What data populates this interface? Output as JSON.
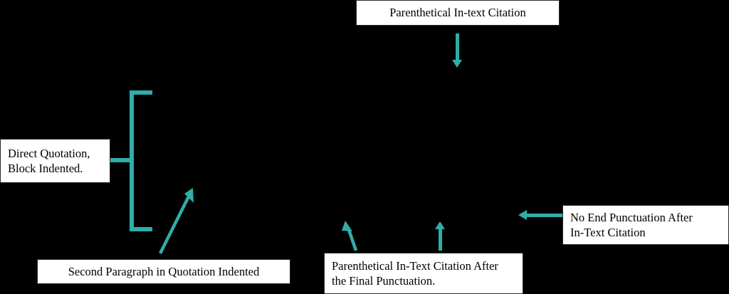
{
  "diagram": {
    "title": "In-text Citation Annotation Diagram",
    "background_color": "#000000",
    "accent_color": "#31ADA8",
    "box_fill_color": "#ffffff",
    "box_text_color": "#000000",
    "callouts": [
      {
        "id": "top",
        "text": "Parenthetical In-text Citation",
        "align": "center"
      },
      {
        "id": "left",
        "line1": "Direct Quotation,",
        "line2": "Block Indented.",
        "text": "Direct Quotation,\nBlock Indented.",
        "align": "left"
      },
      {
        "id": "bottom-left",
        "text": "Second Paragraph in Quotation Indented",
        "align": "center"
      },
      {
        "id": "bottom-middle",
        "line1": "Parenthetical In-Text Citation After",
        "line2": "the Final Punctuation.",
        "text": "Parenthetical In-Text Citation After\nthe Final Punctuation.",
        "align": "left"
      },
      {
        "id": "right",
        "line1": "No End Punctuation After",
        "line2": "In-Text Citation",
        "text": "No End Punctuation After\nIn-Text Citation",
        "align": "left"
      }
    ],
    "connectors": [
      {
        "id": "arrow-down-from-top-callout",
        "kind": "arrow",
        "direction": "down"
      },
      {
        "id": "bracket-block-quotation",
        "kind": "bracket",
        "direction": "right"
      },
      {
        "id": "arrow-diagonal-second-paragraph",
        "kind": "arrow",
        "direction": "up-right"
      },
      {
        "id": "arrow-up-slanted-final-punctuation",
        "kind": "arrow",
        "direction": "up-left"
      },
      {
        "id": "arrow-up-citation",
        "kind": "arrow",
        "direction": "up"
      },
      {
        "id": "arrow-left-no-end-punctuation",
        "kind": "arrow",
        "direction": "left"
      }
    ]
  }
}
